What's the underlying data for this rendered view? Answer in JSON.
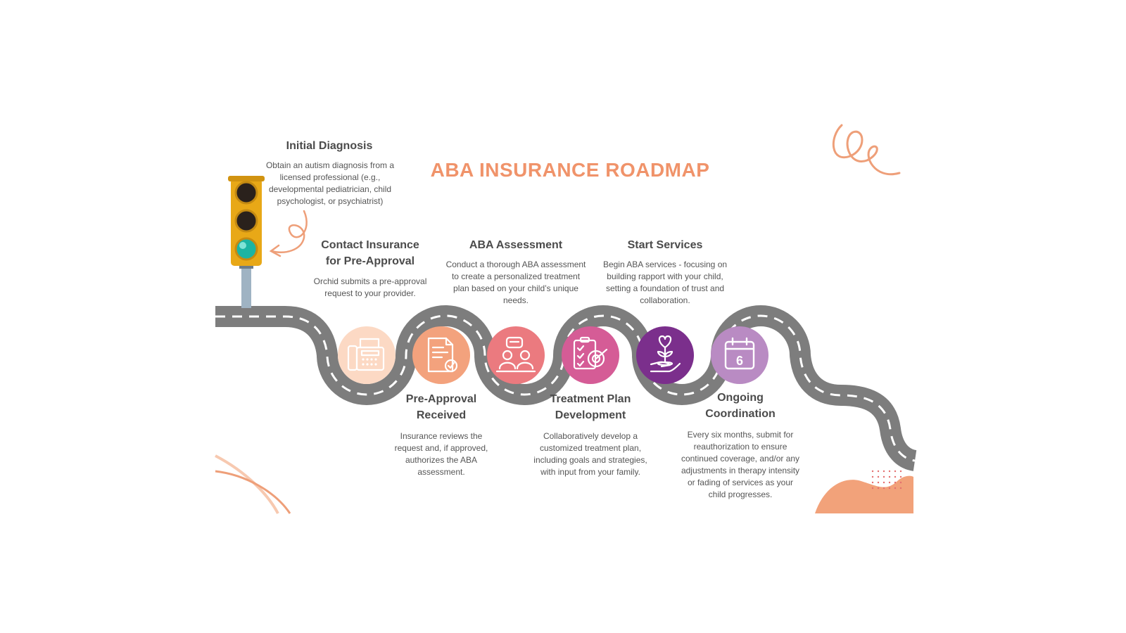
{
  "title": "ABA INSURANCE ROADMAP",
  "steps": [
    {
      "title": "Initial Diagnosis",
      "description": "Obtain an autism diagnosis from a licensed professional (e.g., developmental pediatrician, child psychologist, or psychiatrist)"
    },
    {
      "title": "Contact Insurance for Pre-Approval",
      "description": "Orchid submits a pre-approval request to your provider."
    },
    {
      "title": "Pre-Approval Received",
      "description": "Insurance reviews the request and, if approved, authorizes the ABA assessment."
    },
    {
      "title": "ABA Assessment",
      "description": "Conduct a thorough ABA assessment to create a personalized treatment plan based on your child’s unique needs."
    },
    {
      "title": "Treatment Plan Development",
      "description": "Collaboratively develop a customized treatment plan, including goals and strategies, with input from your family."
    },
    {
      "title": "Start Services",
      "description": "Begin ABA services - focusing on building rapport with your child, setting a foundation of trust and collaboration."
    },
    {
      "title": "Ongoing Coordination",
      "description": "Every six months, submit for reauthorization to ensure continued coverage, and/or any adjustments in therapy intensity or fading of services as your child progresses."
    }
  ],
  "icons": [
    {
      "name": "fax-machine-icon",
      "color": "#fcd9c4"
    },
    {
      "name": "approved-document-icon",
      "color": "#f3a27d"
    },
    {
      "name": "consultation-icon",
      "color": "#eb7a7f"
    },
    {
      "name": "checklist-target-icon",
      "color": "#d55c96"
    },
    {
      "name": "heart-plant-hand-icon",
      "color": "#7b2f8c"
    },
    {
      "name": "calendar-icon",
      "color": "#b98bc3"
    }
  ],
  "calendar_day": "6",
  "colors": {
    "accent": "#f0936a",
    "road": "#7d7d7d",
    "text": "#4b4b4b"
  }
}
